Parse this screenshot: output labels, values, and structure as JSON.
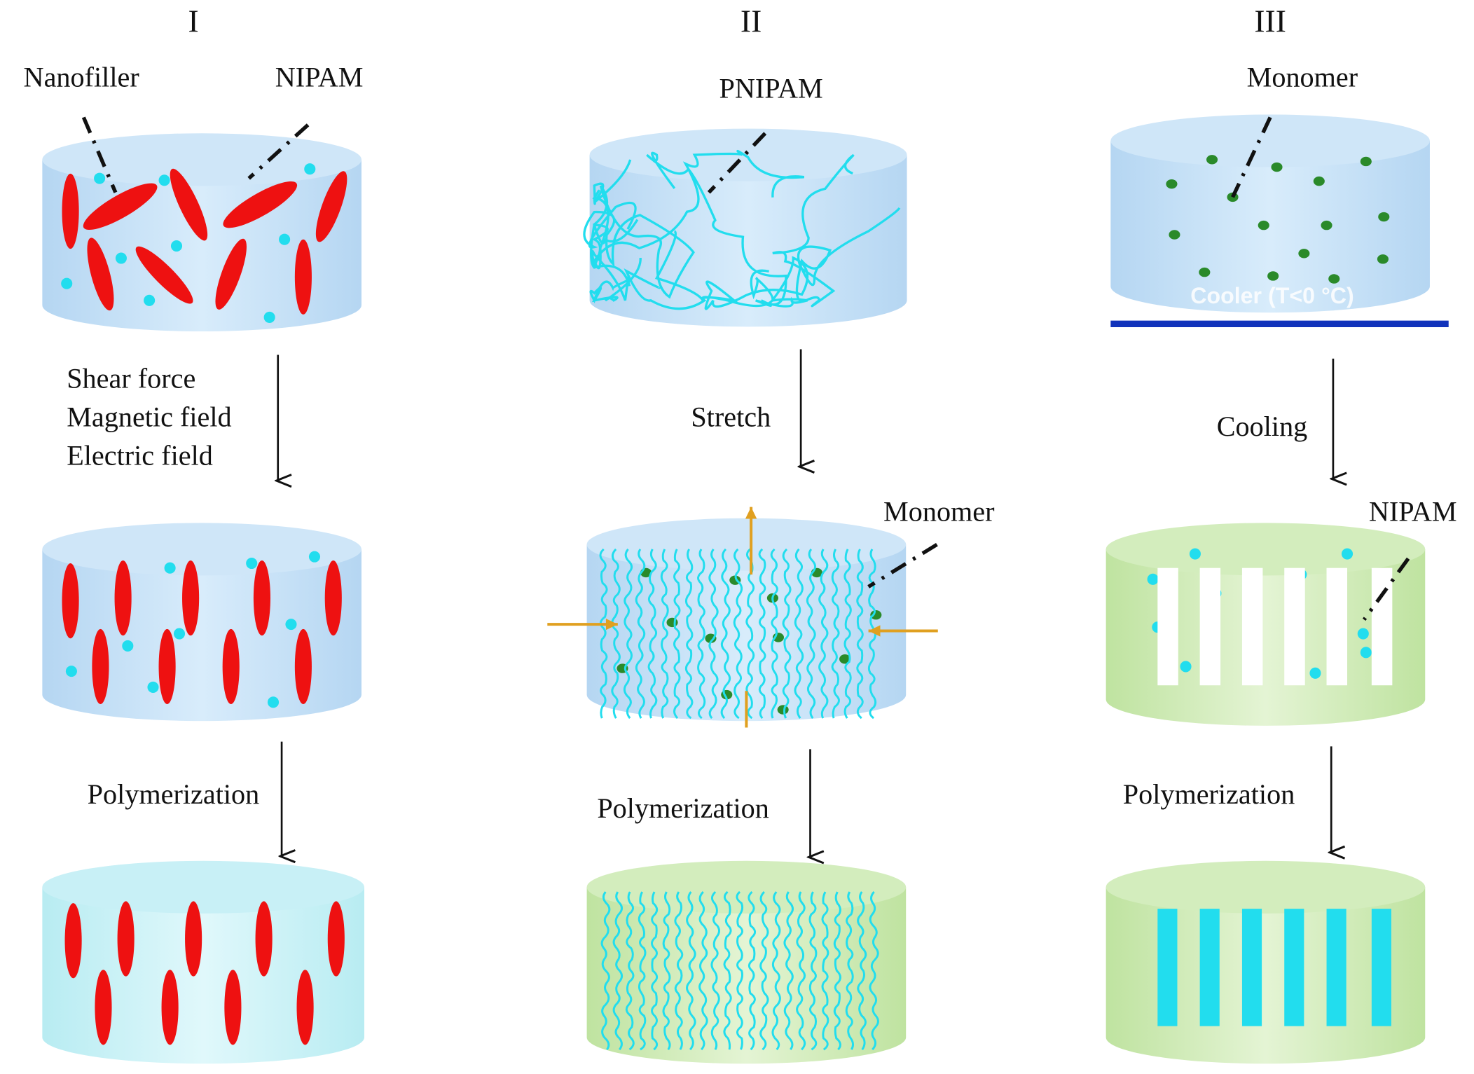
{
  "columns": [
    {
      "numeral": "I",
      "labels": {
        "top_left": "Nanofiller",
        "top_right": "NIPAM"
      },
      "step1": [
        "Shear force",
        "Magnetic field",
        "Electric field"
      ],
      "step2": "Polymerization"
    },
    {
      "numeral": "II",
      "labels": {
        "top": "PNIPAM",
        "middle": "Monomer"
      },
      "step1": [
        "Stretch"
      ],
      "step2": "Polymerization"
    },
    {
      "numeral": "III",
      "labels": {
        "top": "Monomer",
        "cooler": "Cooler (T<0 °C)",
        "middle": "NIPAM"
      },
      "step1": [
        "Cooling"
      ],
      "step2": "Polymerization"
    }
  ],
  "colors": {
    "nanofiller": "#ee1111",
    "nipam": "#22ddee",
    "monomer": "#2a8a2a",
    "blue_gel": "#bcdcf5",
    "green_gel": "#cdeab0",
    "cooler": "#1133bb",
    "force_arrow": "#e0a020"
  }
}
